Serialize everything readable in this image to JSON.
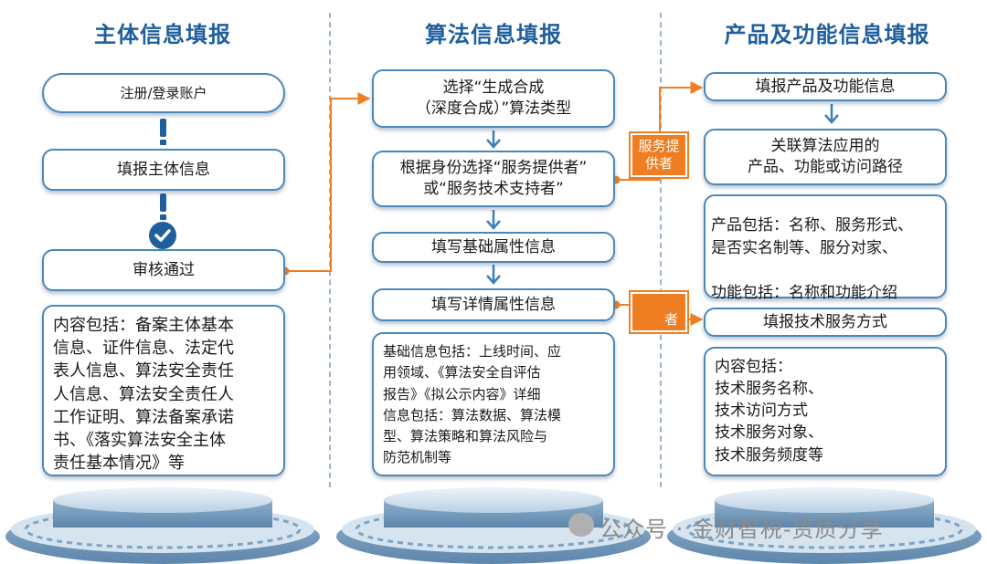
{
  "columns": [
    {
      "title": "主体信息填报",
      "steps": [
        "注册/登录账户",
        "填报主体信息",
        "审核通过"
      ],
      "detail": "内容包括：备案主体基本\n信息、证件信息、法定代\n表人信息、算法安全责任\n人信息、算法安全责任人\n工作证明、算法备案承诺\n书、《落实算法安全主体\n责任基本情况》等"
    },
    {
      "title": "算法信息填报",
      "steps": [
        "选择“生成合成\n（深度合成）”算法类型",
        "根据身份选择“服务提供者”\n或“服务技术支持者”",
        "填写基础属性信息",
        "填写详情属性信息"
      ],
      "detail": "基础信息包括：上线时间、应\n用领域、《算法安全自评估\n报告》《拟公示内容》详细\n信息包括：算法数据、算法模\n型、算法策略和算法风险与\n防范机制等"
    },
    {
      "title": "产品及功能信息填报",
      "steps": [
        "填报产品及功能信息",
        "关联算法应用的\n产品、功能或访问路径",
        "产品包括：名称、服务形式、\n是否实名制等、服分对家、\n\n功能包括：名称和功能介绍",
        "填报技术服务方式"
      ],
      "detail": "内容包括：\n技术服务名称、\n技术访问方式\n技术服务对象、\n技术服务频度等"
    }
  ],
  "tags": {
    "provider": "服务提\n供者",
    "support_partial": "者"
  },
  "watermark": "公众号 · 金财智税-资质分享",
  "colors": {
    "title_blue": "#1f5f9e",
    "box_border": "#4a88b8",
    "arrow_blue": "#3d7fb8",
    "orange": "#ef7d22",
    "check_bg": "#1f5f9e",
    "pedestal": "#a9c4dc"
  },
  "icons": [
    "exclamation-icon",
    "check-circle-icon",
    "down-arrow-icon",
    "pedestal-icon",
    "wechat-icon"
  ]
}
